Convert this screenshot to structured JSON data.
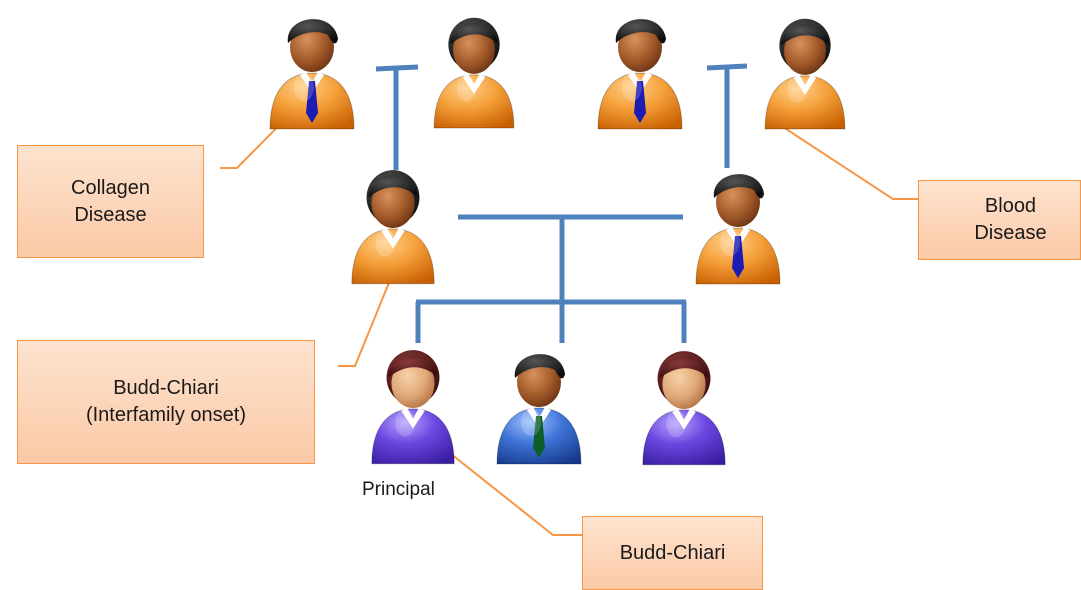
{
  "colors": {
    "line": "#4f81bd",
    "callout_line": "#f79646",
    "box_border": "#f79646",
    "box_fill_top": "#fde3cf",
    "box_fill_bottom": "#fbc9a6",
    "body_orange": "#f08c1e",
    "body_blue": "#3a5fc4",
    "body_purple": "#6b3fd4",
    "skin": "#a0522d",
    "hair": "#1c1c1c",
    "tie_blue": "#1c1cb4",
    "tie_green": "#0d5e2b"
  },
  "labels": {
    "collagen": "Collagen\nDisease",
    "blood": "Blood\nDisease",
    "budd_interfamily": "Budd-Chiari\n(Interfamily onset)",
    "budd": "Budd-Chiari",
    "principal": "Principal"
  },
  "people": [
    {
      "id": "grandfather-left",
      "sex": "male",
      "color": "orange",
      "tie": "blue",
      "affected": "Collagen Disease"
    },
    {
      "id": "grandmother-left",
      "sex": "female",
      "color": "orange",
      "tie": "none"
    },
    {
      "id": "grandfather-right",
      "sex": "male",
      "color": "orange",
      "tie": "blue"
    },
    {
      "id": "grandmother-right",
      "sex": "female",
      "color": "orange",
      "tie": "none",
      "affected": "Blood Disease"
    },
    {
      "id": "mother",
      "sex": "female",
      "color": "orange",
      "tie": "none",
      "affected": "Budd-Chiari (Interfamily onset)"
    },
    {
      "id": "father",
      "sex": "male",
      "color": "orange",
      "tie": "blue"
    },
    {
      "id": "principal",
      "sex": "female",
      "color": "purple",
      "tie": "none",
      "affected": "Budd-Chiari"
    },
    {
      "id": "brother",
      "sex": "male",
      "color": "blue",
      "tie": "green"
    },
    {
      "id": "sister",
      "sex": "female",
      "color": "purple",
      "tie": "none"
    }
  ]
}
